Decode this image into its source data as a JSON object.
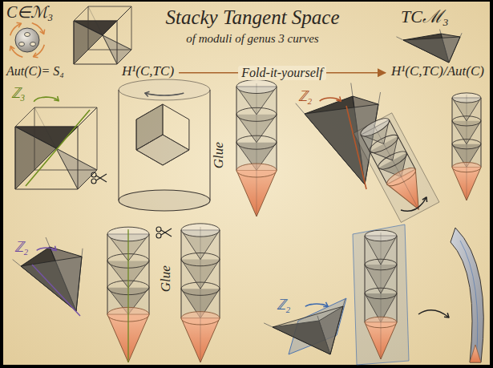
{
  "diagram": {
    "title": "Stacky Tangent Space",
    "nodes": [
      {
        "text": [
          "H¹(C,TC)"
        ]
      },
      {
        "text": [
          "H¹(C,TC)/Aut(C)"
        ]
      }
    ],
    "edges": [
      {
        "from": 0,
        "to": 1,
        "label": "Fold-it-yourself",
        "arrow": "to"
      }
    ],
    "labels": [
      "C∈ℳ₃",
      "of moduli of genus 3 curves",
      "TCℳ₃",
      "Aut(C)= S₄",
      "ℤ₃",
      "Glue",
      "ℤ₂",
      "ℤ₂",
      "Glue",
      "ℤ₂"
    ]
  }
}
